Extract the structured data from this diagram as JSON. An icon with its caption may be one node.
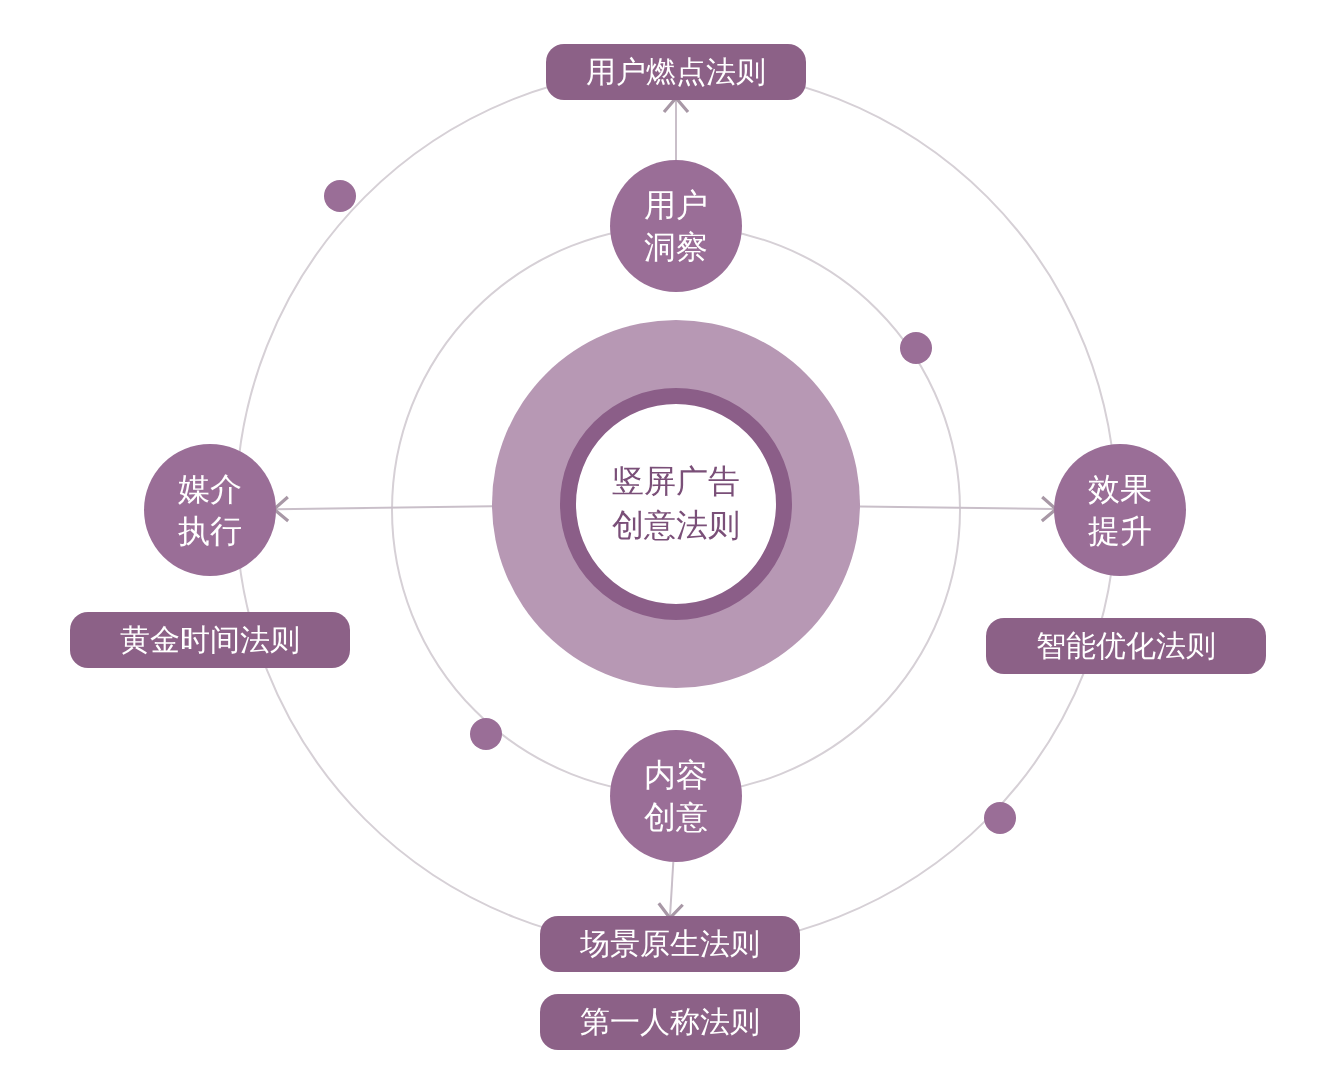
{
  "diagram": {
    "nodes": [
      {
        "text": [
          "用户燃点法则"
        ]
      },
      {
        "text": [
          "用户洞察"
        ]
      },
      {
        "text": [
          "媒介执行"
        ]
      },
      {
        "text": [
          "竖屏广告创意法则"
        ]
      },
      {
        "text": [
          "效果提升"
        ]
      },
      {
        "text": [
          "黄金时间法则"
        ]
      },
      {
        "text": [
          "智能优化法则"
        ]
      },
      {
        "text": [
          "内容创意"
        ]
      },
      {
        "text": [
          "场景原生法则"
        ]
      },
      {
        "text": [
          "第一人称法则"
        ]
      }
    ],
    "edges": [
      {
        "from": 1,
        "to": 0,
        "arrow": "to"
      },
      {
        "from": 3,
        "to": 2,
        "arrow": "to"
      },
      {
        "from": 3,
        "to": 4,
        "arrow": "to"
      },
      {
        "from": 7,
        "to": 8,
        "arrow": "to"
      }
    ]
  }
}
